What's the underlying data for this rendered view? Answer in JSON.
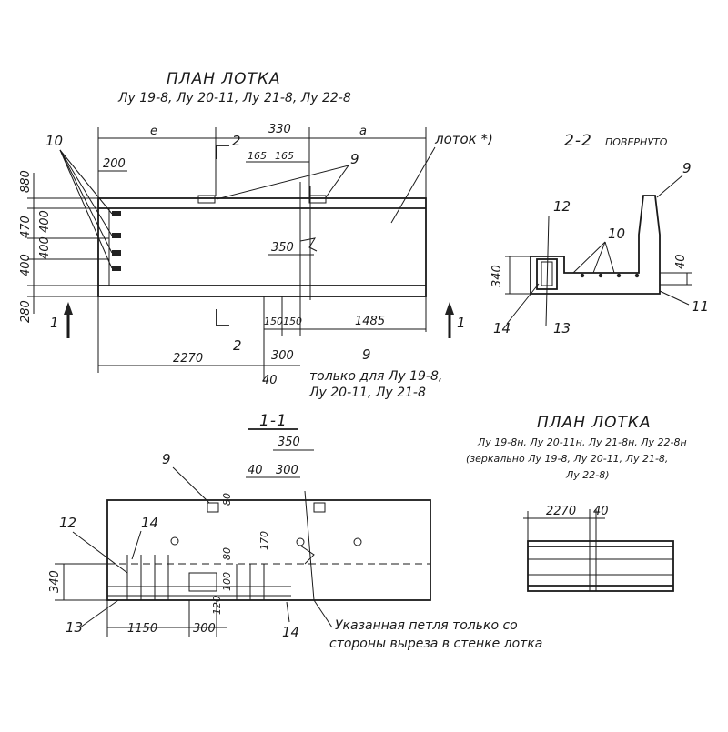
{
  "plan_top": {
    "title": "ПЛАН ЛОТКА",
    "subtitle": "Лу 19-8, Лу 20-11, Лу 21-8, Лу 22-8",
    "tray_label": "лоток *)",
    "dims": {
      "e": "е",
      "a": "а",
      "d330": "330",
      "d165a": "165",
      "d165b": "165",
      "d200": "200",
      "d880": "880",
      "d400a": "400",
      "d470": "470",
      "d400b": "400",
      "d400c": "400",
      "d280": "280",
      "d350": "350",
      "d150a": "150",
      "d150b": "150",
      "d1485": "1485",
      "d2270": "2270",
      "d300": "300",
      "d40": "40"
    },
    "callouts": {
      "c10": "10",
      "c9": "9",
      "c9b": "9"
    },
    "section_marks": {
      "s1_left": "1",
      "s1_right": "1",
      "s2_top": "2",
      "s2_bottom": "2"
    },
    "note": "только для Лу 19-8, Лу 20-11, Лу 21-8",
    "note_line1": "только для Лу 19-8,",
    "note_line2": "Лу 20-11, Лу 21-8"
  },
  "section_22": {
    "title": "2-2",
    "title_suffix": "ПОВЕРНУТО",
    "callouts": {
      "c9": "9",
      "c12": "12",
      "c10": "10",
      "c14": "14",
      "c13": "13",
      "c11": "11"
    },
    "dims": {
      "d340": "340",
      "d40": "40"
    }
  },
  "section_11": {
    "title": "1-1",
    "callouts": {
      "c9": "9",
      "c12": "12",
      "c14a": "14",
      "c13": "13",
      "c14b": "14"
    },
    "dims": {
      "d350": "350",
      "d40": "40",
      "d300": "300",
      "d80a": "80",
      "d170": "170",
      "d80b": "80",
      "d340": "340",
      "d100": "100",
      "d1150": "1150",
      "d300b": "300",
      "d120": "120"
    },
    "note_line1": "Указанная петля только со",
    "note_line2": "стороны выреза в стенке лотка"
  },
  "plan_mirror": {
    "title": "ПЛАН ЛОТКА",
    "line1": "Лу 19-8н, Лу 20-11н, Лу 21-8н, Лу 22-8н",
    "line2": "(зеркально Лу 19-8, Лу 20-11, Лу 21-8,",
    "line3": "Лу 22-8)",
    "dims": {
      "d2270": "2270",
      "d40": "40"
    }
  }
}
